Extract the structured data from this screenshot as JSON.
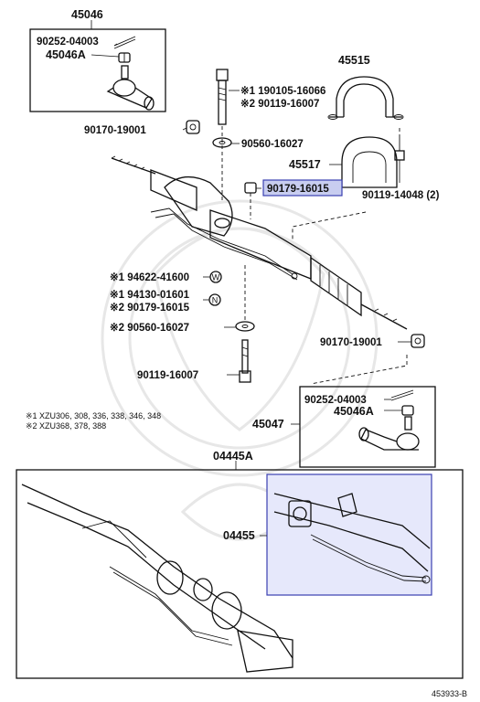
{
  "labels": {
    "p45046": "45046",
    "p90252_top": "90252-04003",
    "p45046A_top": "45046A",
    "p45515": "45515",
    "p190105": "※1 190105-16066",
    "p290119": "※2 90119-16007",
    "p90170_top": "90170-19001",
    "p90560_top": "90560-16027",
    "p45517": "45517",
    "p90179_hl": "90179-16015",
    "p90119_14048": "90119-14048 (2)",
    "p194622": "※1 94622-41600",
    "p194130": "※1 94130-01601",
    "p290179": "※2 90179-16015",
    "p290560": "※2 90560-16027",
    "p90170_bottom": "90170-19001",
    "p90119_bottom": "90119-16007",
    "p90252_bottom": "90252-04003",
    "p45047": "45047",
    "p45046A_bottom": "45046A",
    "p04445A": "04445A",
    "p04455": "04455"
  },
  "notes": {
    "line1": "※1 XZU306, 308, 336, 338, 346, 348",
    "line2": "※2 XZU368, 378, 388"
  },
  "diagram_ref": "453933-B",
  "highlight_color": "#3a3fb0",
  "symbols": {
    "w": "W",
    "n": "N"
  }
}
